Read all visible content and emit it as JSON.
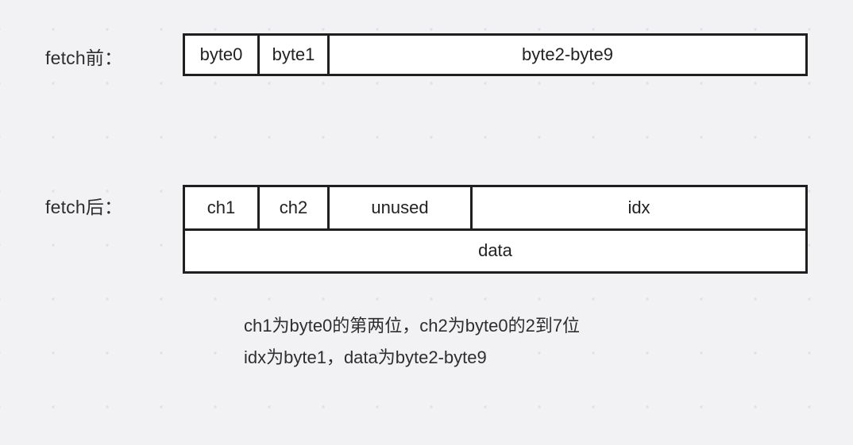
{
  "diagram": {
    "background_color": "#f2f2f4",
    "dot_color": "#e1e1e5",
    "line_color": "#1f1f1f",
    "text_color": "#2e2e2e",
    "rows": [
      {
        "label": "fetch前：",
        "cells": [
          {
            "text": "byte0"
          },
          {
            "text": "byte1"
          },
          {
            "text": "byte2-byte9"
          }
        ]
      },
      {
        "label": "fetch后：",
        "cells_top": [
          {
            "text": "ch1"
          },
          {
            "text": "ch2"
          },
          {
            "text": "unused"
          },
          {
            "text": "idx"
          }
        ],
        "cells_bottom": [
          {
            "text": "data"
          }
        ]
      }
    ],
    "notes": [
      "ch1为byte0的第两位，ch2为byte0的2到7位",
      "idx为byte1，data为byte2-byte9"
    ]
  }
}
